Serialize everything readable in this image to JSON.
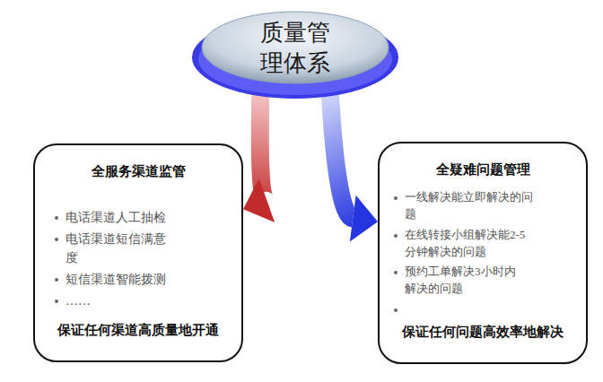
{
  "diagram": {
    "nodes": [
      {
        "text": [
          "质量管 理体系"
        ]
      },
      {
        "text": [
          "全服务渠道监管",
          "电话渠道人工抽检",
          "电话渠道短信满意 度",
          "短信渠道智能拨测",
          "……",
          "保证任何渠道高质量地开通"
        ]
      },
      {
        "text": [
          "全疑难问题管理",
          "一线解决能立即解决的问 题",
          "在线转接小组解决能2-5 分钟解决的问题",
          "预约工单解决3小时内 解决的问题",
          "保证任何问题高效率地解决"
        ]
      }
    ],
    "edges": [
      {
        "from": 0,
        "to": 1,
        "arrow": "to"
      },
      {
        "from": 0,
        "to": 2,
        "arrow": "to"
      }
    ]
  }
}
